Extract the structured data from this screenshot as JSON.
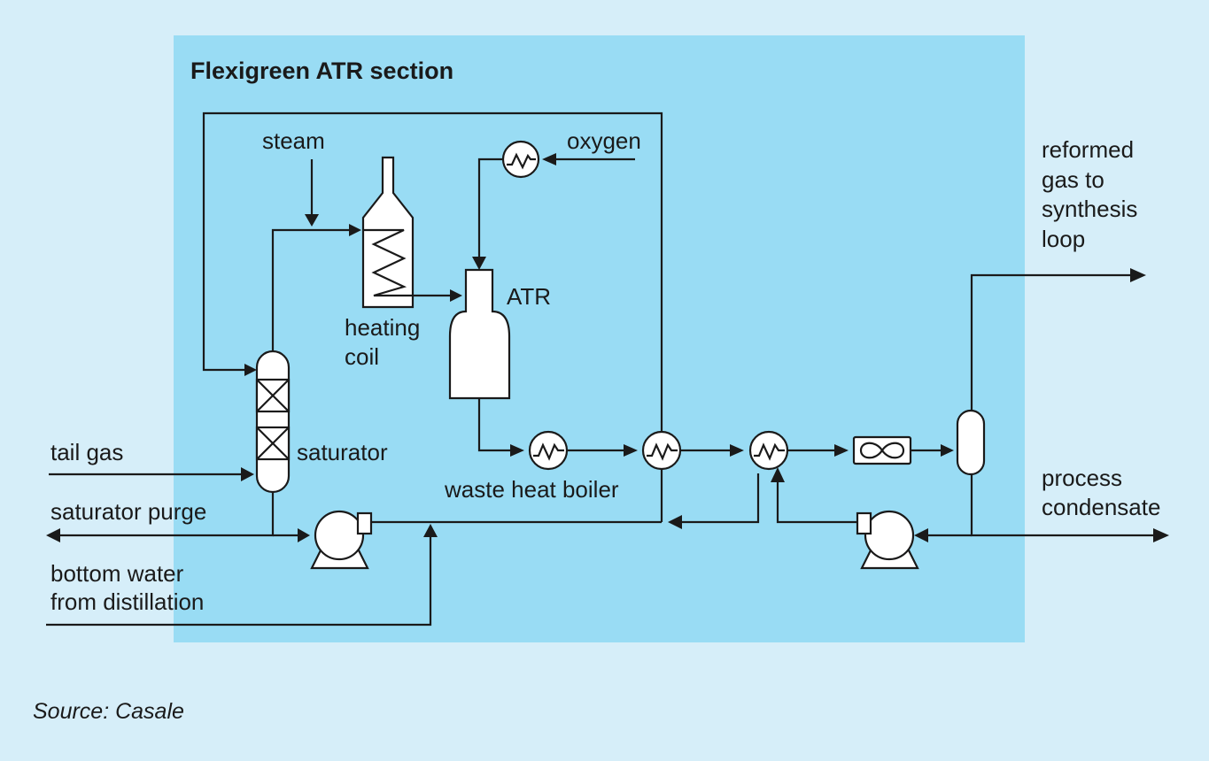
{
  "title": "Flexigreen ATR section",
  "labels": {
    "steam": "steam",
    "oxygen": "oxygen",
    "reformed_line1": "reformed",
    "reformed_line2": "gas to",
    "reformed_line3": "synthesis",
    "reformed_line4": "loop",
    "atr": "ATR",
    "heating_line1": "heating",
    "heating_line2": "coil",
    "tail_gas": "tail gas",
    "saturator": "saturator",
    "waste_heat_boiler": "waste heat boiler",
    "saturator_purge": "saturator purge",
    "process_line1": "process",
    "process_line2": "condensate",
    "bottom_line1": "bottom water",
    "bottom_line2": "from distillation"
  },
  "source": "Source: Casale",
  "colors": {
    "background": "#d6eef9",
    "section_fill": "#99dcf4",
    "line": "#1a1a1a",
    "equipment_fill": "#ffffff"
  }
}
